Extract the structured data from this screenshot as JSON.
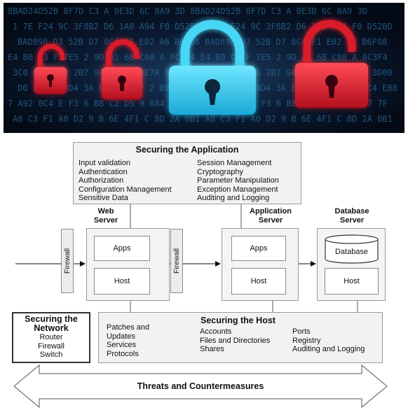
{
  "colors": {
    "hero_bg": "#07101f",
    "lock_blue": "#3fd4f2",
    "lock_red": "#e0192b",
    "code_text": "#2a6a9a",
    "panel_bg": "#f2f2f2"
  },
  "hero": {
    "code_rows": [
      "8BAD24D52B 8F7D C3 A 0E3D 6C 8A9 3D",
      "1 7E F24 9C 3F8B2 D6 1A0 A94 F0 D52BD",
      "BAD898 D3 52B D7 8C4 F1 E02 A6 B6F08",
      "E4 B0 C3 F 7E5 2 9D A1 6B C08 A 0C3F4",
      "3C0 8A 5F D 2B7 94 A9 E3 BE7A 5F 3D00",
      "D0 F24 C 9D4 3A E0 1A8 F7 2 B9 C4 E88",
      "7 A92 0C4 E F3 6 B8 C2 D5 9 0A4 F7 7F",
      "A8 C3 F1 A0 D2 9 B 6E 4F1 C 8D 2A 0B1"
    ],
    "locks": [
      "red-lock-icon",
      "red-lock-icon",
      "blue-lock-icon",
      "red-lock-icon"
    ]
  },
  "app_section": {
    "title": "Securing the Application",
    "left_items": [
      "Input validation",
      "Authentication",
      "Authorization",
      "Configuration Management",
      "Sensitive Data"
    ],
    "right_items": [
      "Session Management",
      "Cryptography",
      "Parameter Manipulation",
      "Exception Management",
      "Auditing and Logging"
    ]
  },
  "servers": {
    "web": {
      "label_line1": "Web",
      "label_line2": "Server",
      "apps": "Apps",
      "host": "Host"
    },
    "app": {
      "label_line1": "Application",
      "label_line2": "Server",
      "apps": "Apps",
      "host": "Host"
    },
    "db": {
      "label_line1": "Database",
      "label_line2": "Server",
      "database": "Database",
      "host": "Host"
    }
  },
  "firewalls": {
    "first": "Firewall",
    "second": "Firewall"
  },
  "network_section": {
    "title_line1": "Securing the",
    "title_line2": "Network",
    "items": [
      "Router",
      "Firewall",
      "Switch"
    ]
  },
  "host_section": {
    "title": "Securing the Host",
    "col1": [
      "Patches and",
      "Updates",
      "Services",
      "Protocols"
    ],
    "col2": [
      "Accounts",
      "Files and Directories",
      "Shares"
    ],
    "col3": [
      "Ports",
      "Registry",
      "Auditing and Logging"
    ]
  },
  "banner": {
    "label": "Threats and Countermeasures"
  }
}
